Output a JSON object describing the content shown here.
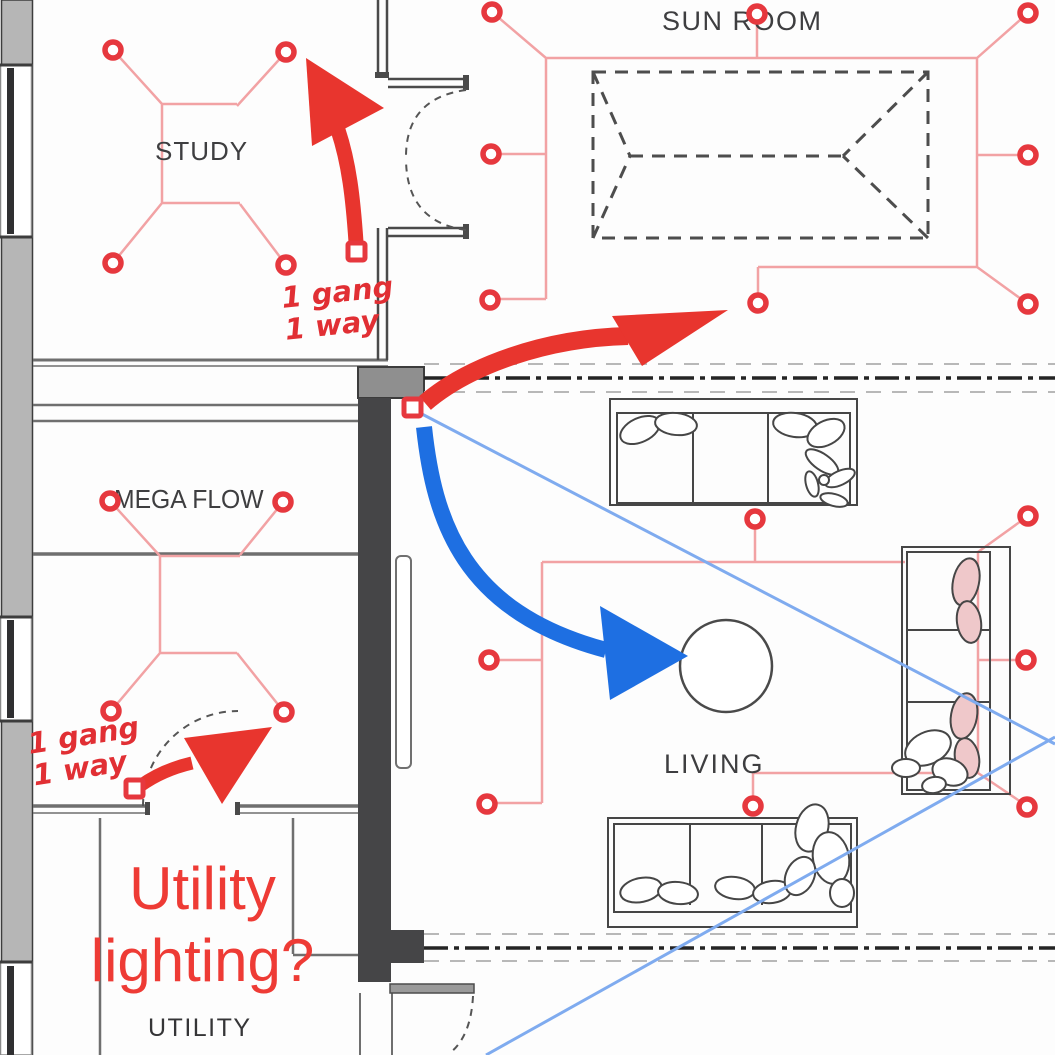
{
  "rooms": {
    "study": "STUDY",
    "sun_room": "SUN ROOM",
    "mega_flow": "MEGA FLOW",
    "living": "LIVING",
    "utility": "UTILITY"
  },
  "annotations": {
    "study_switch_note": [
      "1 gang",
      "1 way"
    ],
    "utility_switch_note": [
      "1 gang",
      "1 way"
    ],
    "question": [
      "Utility",
      "lighting?"
    ]
  },
  "symbols": {
    "ceiling_light_count": 23,
    "switch_count": 3,
    "ceiling_light_symbol": "red-circle",
    "switch_symbol": "red-square"
  },
  "colors": {
    "annotation_red": "#e8352e",
    "wiring_pink": "#f2a2a4",
    "arrow_blue": "#1e6fe2",
    "guide_blue": "#7fabef",
    "wall_dark": "#454547",
    "wall_gray": "#b6b6b6",
    "text_dark": "#3e3e40"
  }
}
